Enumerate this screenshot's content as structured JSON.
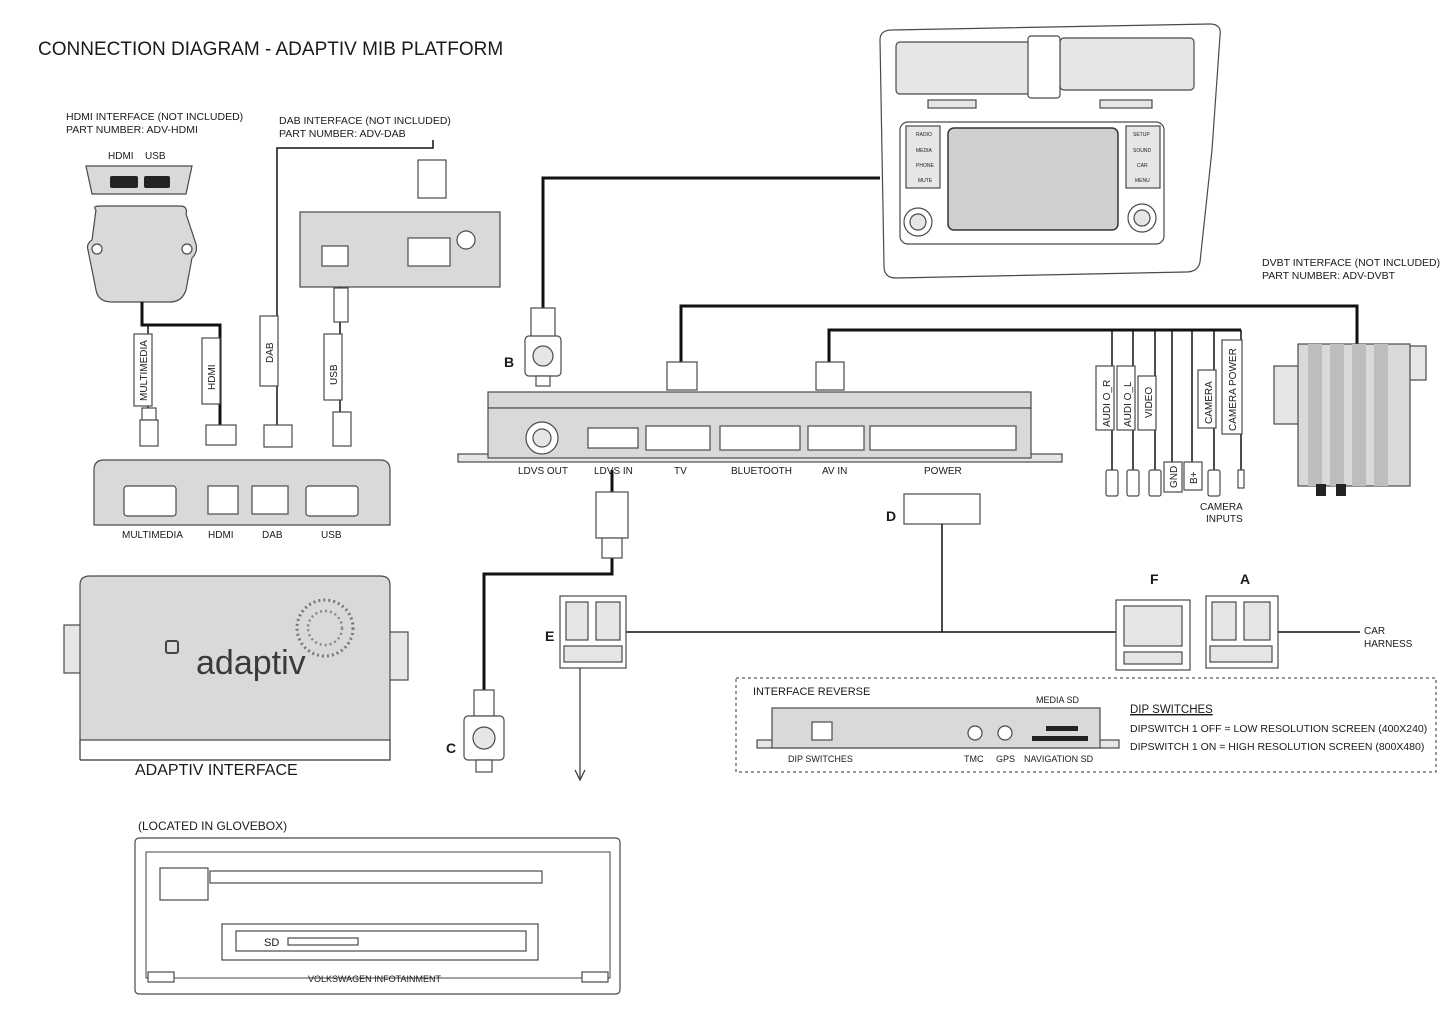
{
  "title": "CONNECTION DIAGRAM - ADAPTIV MIB PLATFORM",
  "hdmi_interface": {
    "line1": "HDMI INTERFACE (NOT INCLUDED)",
    "line2": "PART NUMBER: ADV-HDMI",
    "port_hdmi": "HDMI",
    "port_usb": "USB"
  },
  "dab_interface": {
    "line1": "DAB INTERFACE (NOT INCLUDED)",
    "line2": "PART NUMBER: ADV-DAB"
  },
  "dvbt_interface": {
    "line1": "DVBT INTERFACE (NOT INCLUDED)",
    "line2": "PART NUMBER: ADV-DVBT"
  },
  "cable_labels": {
    "multimedia": "MULTIMEDIA",
    "hdmi": "HDMI",
    "dab": "DAB",
    "usb": "USB"
  },
  "front_panel_ports": [
    "MULTIMEDIA",
    "HDMI",
    "DAB",
    "USB"
  ],
  "main_ports": [
    "LDVS OUT",
    "LDVS IN",
    "TV",
    "BLUETOOTH",
    "AV IN",
    "POWER"
  ],
  "av_cables": [
    "AUDI O_R",
    "AUDI O_L",
    "VIDEO",
    "GND",
    "B+",
    "CAMERA",
    "CAMERA POWER"
  ],
  "camera_inputs": {
    "line1": "CAMERA",
    "line2": "INPUTS"
  },
  "letters": {
    "a": "A",
    "b": "B",
    "c": "C",
    "d": "D",
    "e": "E",
    "f": "F"
  },
  "car_harness": {
    "line1": "CAR",
    "line2": "HARNESS"
  },
  "head_unit_buttons_left": [
    "RADIO",
    "MEDIA",
    "PHONE",
    "MUTE"
  ],
  "head_unit_buttons_right": [
    "SETUP",
    "SOUND",
    "CAR",
    "MENU"
  ],
  "brand": "adaptiv",
  "adaptiv_interface_label": "ADAPTIV INTERFACE",
  "reverse": {
    "title": "INTERFACE REVERSE",
    "media_sd": "MEDIA SD",
    "dip_switches": "DIP SWITCHES",
    "tmc": "TMC",
    "gps": "GPS",
    "navigation_sd": "NAVIGATION SD"
  },
  "dip": {
    "heading": "DIP SWITCHES",
    "line1": "DIPSWITCH 1 OFF  = LOW RESOLUTION SCREEN (400X240)",
    "line2": "DIPSWITCH 1 ON   = HIGH RESOLUTION SCREEN (800X480)"
  },
  "glovebox": {
    "caption": "(LOCATED IN GLOVEBOX)",
    "sd": "SD",
    "name": "VOLKSWAGEN INFOTAINMENT"
  }
}
